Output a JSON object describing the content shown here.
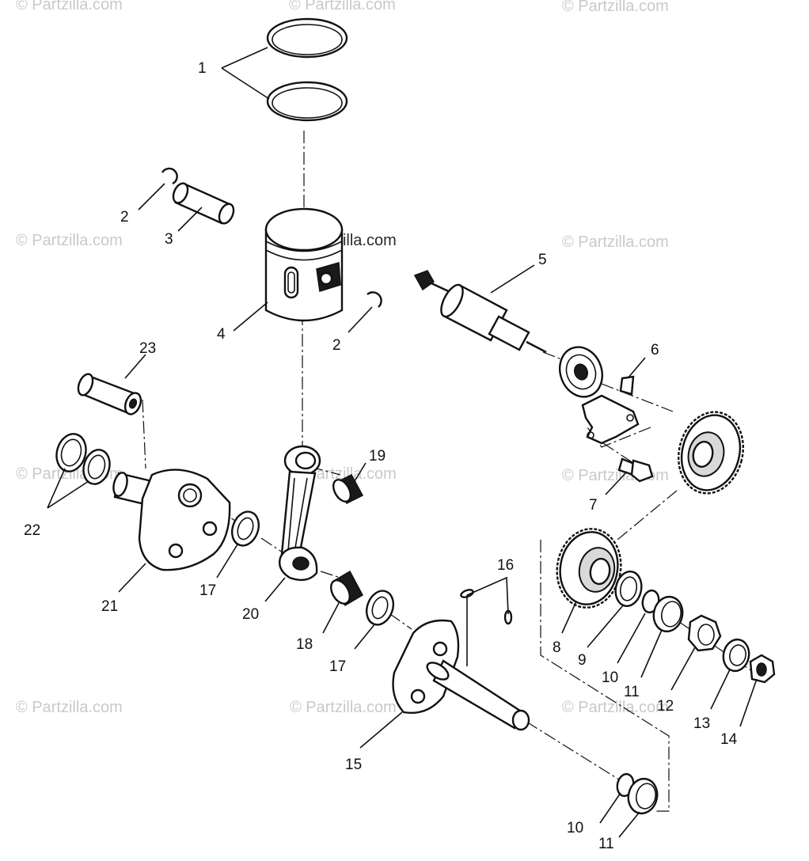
{
  "watermark": {
    "text": "© Partzilla.com",
    "color_light": "#c9c9c9",
    "color_dark": "#2a2a2a"
  },
  "callouts": [
    {
      "id": "c1",
      "label": "1"
    },
    {
      "id": "c2a",
      "label": "2"
    },
    {
      "id": "c2b",
      "label": "2"
    },
    {
      "id": "c3",
      "label": "3"
    },
    {
      "id": "c4",
      "label": "4"
    },
    {
      "id": "c5",
      "label": "5"
    },
    {
      "id": "c6",
      "label": "6"
    },
    {
      "id": "c7",
      "label": "7"
    },
    {
      "id": "c8",
      "label": "8"
    },
    {
      "id": "c9",
      "label": "9"
    },
    {
      "id": "c10a",
      "label": "10"
    },
    {
      "id": "c10b",
      "label": "10"
    },
    {
      "id": "c11a",
      "label": "11"
    },
    {
      "id": "c11b",
      "label": "11"
    },
    {
      "id": "c12",
      "label": "12"
    },
    {
      "id": "c13",
      "label": "13"
    },
    {
      "id": "c14",
      "label": "14"
    },
    {
      "id": "c15",
      "label": "15"
    },
    {
      "id": "c16",
      "label": "16"
    },
    {
      "id": "c17a",
      "label": "17"
    },
    {
      "id": "c17b",
      "label": "17"
    },
    {
      "id": "c18",
      "label": "18"
    },
    {
      "id": "c19",
      "label": "19"
    },
    {
      "id": "c20",
      "label": "20"
    },
    {
      "id": "c21",
      "label": "21"
    },
    {
      "id": "c22",
      "label": "22"
    },
    {
      "id": "c23",
      "label": "23"
    }
  ]
}
